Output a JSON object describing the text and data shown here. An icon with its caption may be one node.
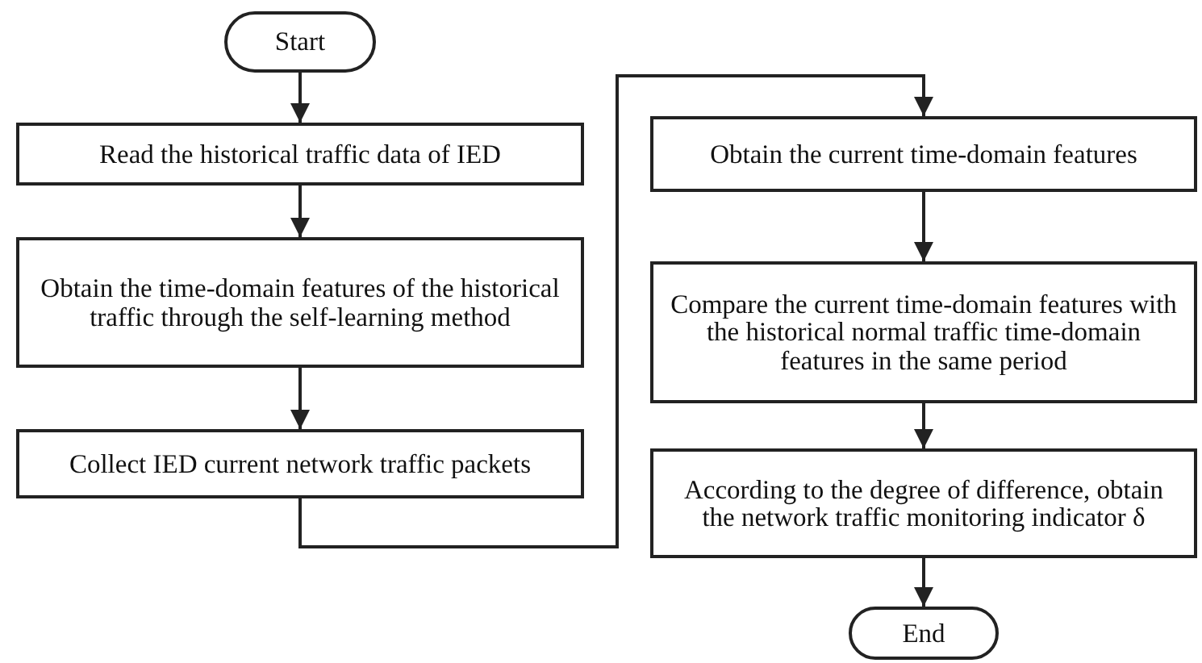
{
  "diagram": {
    "nodes": [
      {
        "text": [
          "Start"
        ]
      },
      {
        "text": [
          "Read the historical traffic data of IED"
        ]
      },
      {
        "text": [
          "Obtain the time-domain features of the historical traffic through the self-learning method"
        ]
      },
      {
        "text": [
          "Collect IED current network traffic packets"
        ]
      },
      {
        "text": [
          "Obtain the current time-domain features"
        ]
      },
      {
        "text": [
          "Compare the current time-domain features with the historical normal traffic time-domain features in the same period"
        ]
      },
      {
        "text": [
          "According to the degree of difference, obtain the network traffic monitoring indicator δ"
        ]
      },
      {
        "text": [
          "End"
        ]
      }
    ],
    "edges": [
      {
        "from": 0,
        "to": 1,
        "arrow": "to"
      },
      {
        "from": 1,
        "to": 2,
        "arrow": "to"
      },
      {
        "from": 2,
        "to": 3,
        "arrow": "to"
      },
      {
        "from": 3,
        "to": 4,
        "arrow": "to"
      },
      {
        "from": 4,
        "to": 5,
        "arrow": "to"
      },
      {
        "from": 5,
        "to": 6,
        "arrow": "to"
      },
      {
        "from": 6,
        "to": 7,
        "arrow": "to"
      }
    ]
  }
}
